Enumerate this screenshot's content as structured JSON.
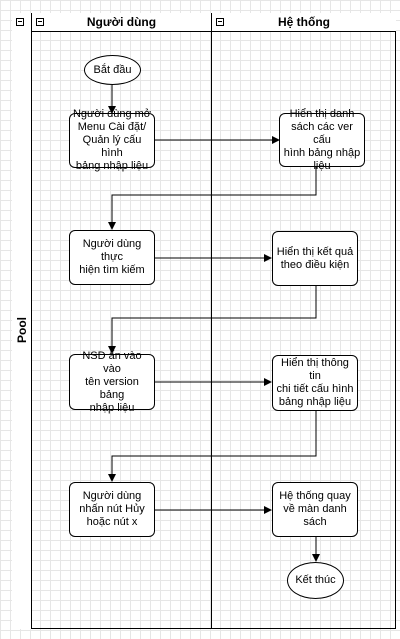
{
  "pool": {
    "label": "Pool"
  },
  "lanes": {
    "user": "Người dùng",
    "system": "Hệ thống"
  },
  "nodes": {
    "start": "Bắt đầu",
    "open_menu": "Người dùng mở\nMenu Cài đặt/\nQuản lý cấu hình\nbảng nhập liệu",
    "show_list": "Hiển thị danh\nsách các ver cấu\nhình bảng nhập\nliệu",
    "search": "Người dùng thực\nhiện tìm kiếm",
    "show_results": "Hiển thị kết quả\ntheo điều kiện",
    "click_version": "NSD ấn vào vào\ntên version bảng\nnhập liệu",
    "show_detail": "Hiển thị thông tin\nchi tiết cấu hình\nbảng nhập liệu",
    "click_cancel": "Người dùng\nnhấn nút Hủy\nhoặc nút x",
    "return_list": "Hệ thống quay\nvề màn danh\nsách",
    "end": "Kết thúc"
  },
  "colors": {
    "line": "#000000",
    "grid": "#e6e6e6",
    "fill": "#ffffff"
  }
}
